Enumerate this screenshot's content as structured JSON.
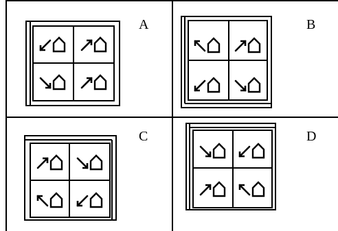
{
  "colors": {
    "ink": "#000000",
    "background": "#ffffff"
  },
  "panels": [
    {
      "label": "A",
      "frame": "outer-left-double",
      "cells": [
        {
          "arrow": "down-left",
          "icon": "house-outline-icon"
        },
        {
          "arrow": "up-right",
          "icon": "house-outline-icon"
        },
        {
          "arrow": "down-right",
          "icon": "house-outline-icon"
        },
        {
          "arrow": "up-right",
          "icon": "house-outline-icon"
        }
      ]
    },
    {
      "label": "B",
      "frame": "outer-bottom-left-double",
      "cells": [
        {
          "arrow": "up-left",
          "icon": "house-outline-icon"
        },
        {
          "arrow": "up-right",
          "icon": "house-outline-icon"
        },
        {
          "arrow": "down-left",
          "icon": "house-outline-icon"
        },
        {
          "arrow": "down-right",
          "icon": "house-outline-icon"
        }
      ]
    },
    {
      "label": "C",
      "frame": "outer-top-right-double",
      "cells": [
        {
          "arrow": "up-right",
          "icon": "house-outline-icon"
        },
        {
          "arrow": "down-right",
          "icon": "house-outline-icon"
        },
        {
          "arrow": "up-left",
          "icon": "house-outline-icon"
        },
        {
          "arrow": "down-left",
          "icon": "house-outline-icon"
        }
      ]
    },
    {
      "label": "D",
      "frame": "outer-top-left-double",
      "cells": [
        {
          "arrow": "down-right",
          "icon": "house-outline-icon"
        },
        {
          "arrow": "down-left",
          "icon": "house-outline-icon"
        },
        {
          "arrow": "up-right",
          "icon": "house-outline-icon"
        },
        {
          "arrow": "up-left",
          "icon": "house-outline-icon"
        }
      ]
    }
  ]
}
